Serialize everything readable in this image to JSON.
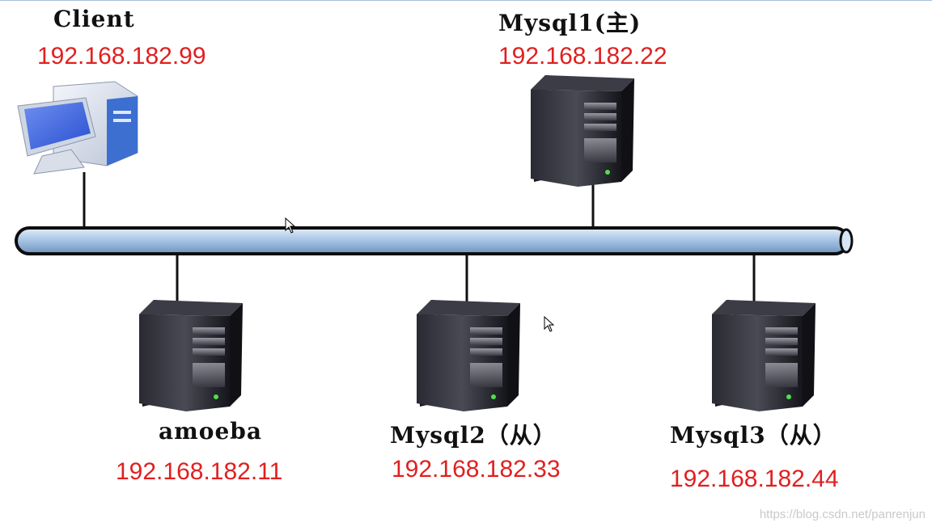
{
  "nodes": {
    "client": {
      "name": "Client",
      "ip": "192.168.182.99"
    },
    "mysql1": {
      "name": "Mysql1(主)",
      "ip": "192.168.182.22"
    },
    "amoeba": {
      "name": "amoeba",
      "ip": "192.168.182.11"
    },
    "mysql2": {
      "name": "Mysql2（从）",
      "ip": "192.168.182.33"
    },
    "mysql3": {
      "name": "Mysql3（从）",
      "ip": "192.168.182.44"
    }
  },
  "watermark": "https://blog.csdn.net/panrenjun",
  "colors": {
    "ip": "#e02020",
    "bus": "#a9c6e6",
    "server": "#1c1c24"
  },
  "icons": {
    "client": "desktop-computer-icon",
    "server": "server-tower-icon",
    "cursor": "mouse-pointer-icon"
  }
}
